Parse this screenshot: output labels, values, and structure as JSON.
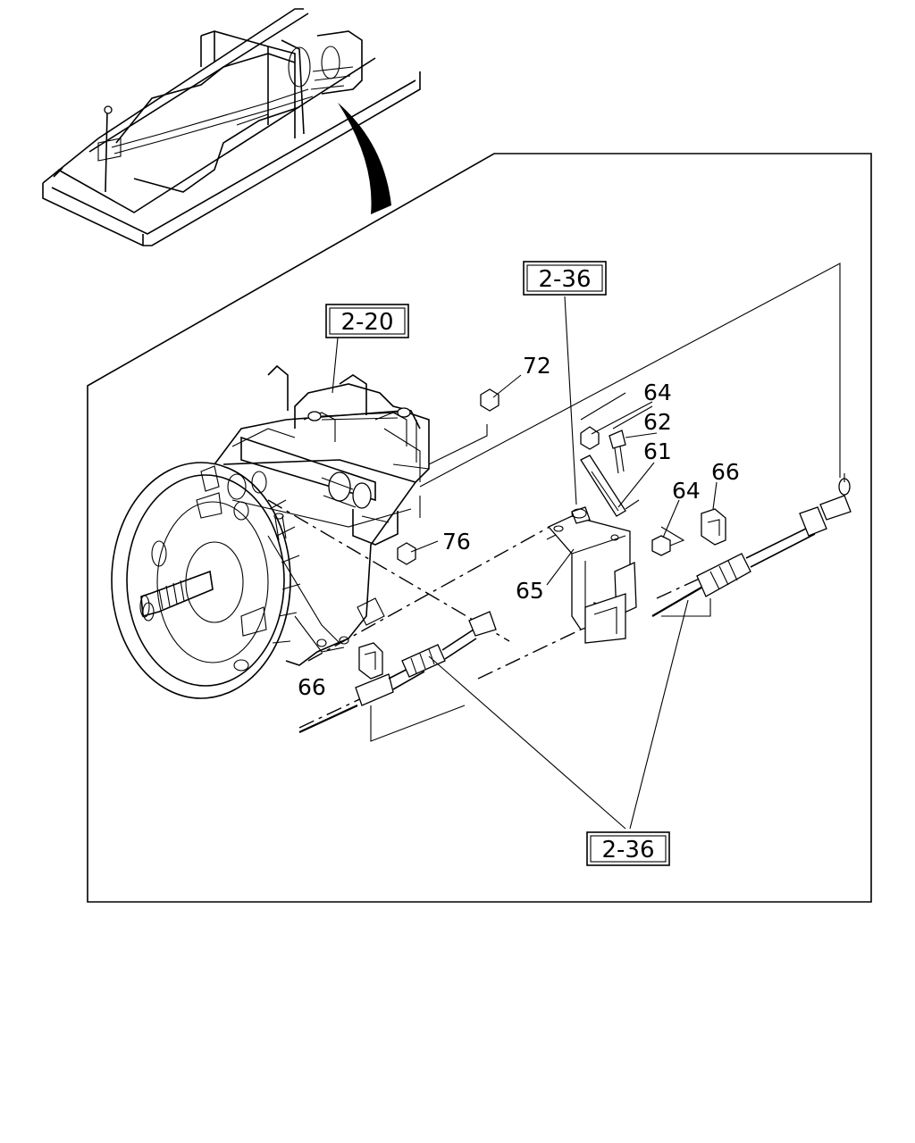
{
  "diagram": {
    "references": [
      {
        "id": "ref-2-20",
        "label": "2-20"
      },
      {
        "id": "ref-2-36-top",
        "label": "2-36"
      },
      {
        "id": "ref-2-36-bottom",
        "label": "2-36"
      }
    ],
    "callouts": [
      {
        "id": "c72",
        "label": "72"
      },
      {
        "id": "c64a",
        "label": "64"
      },
      {
        "id": "c62",
        "label": "62"
      },
      {
        "id": "c61",
        "label": "61"
      },
      {
        "id": "c66a",
        "label": "66"
      },
      {
        "id": "c64b",
        "label": "64"
      },
      {
        "id": "c76",
        "label": "76"
      },
      {
        "id": "c65",
        "label": "65"
      },
      {
        "id": "c66b",
        "label": "66"
      }
    ]
  }
}
